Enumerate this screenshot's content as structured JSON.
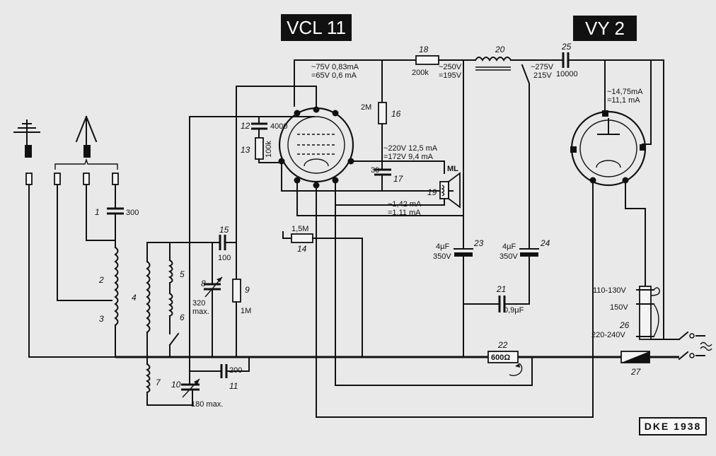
{
  "tubes": {
    "vcl11": {
      "name": "VCL 11"
    },
    "vy2": {
      "name": "VY 2"
    }
  },
  "footer": {
    "badge": "DKE 1938"
  },
  "components": {
    "c1": {
      "num": "1",
      "value": "300"
    },
    "l2": {
      "num": "2"
    },
    "l3": {
      "num": "3"
    },
    "l4": {
      "num": "4"
    },
    "l5": {
      "num": "5"
    },
    "l6": {
      "num": "6"
    },
    "l7": {
      "num": "7"
    },
    "c8": {
      "num": "8",
      "value1": "320",
      "value2": "max."
    },
    "r9": {
      "num": "9",
      "value": "1M"
    },
    "c10": {
      "num": "10",
      "value": "180 max."
    },
    "c11": {
      "num": "11",
      "value": "200"
    },
    "c12": {
      "num": "12",
      "value": "4000"
    },
    "r13": {
      "num": "13",
      "value": "100k"
    },
    "r14": {
      "num": "14",
      "value": "1,5M"
    },
    "c15": {
      "num": "15",
      "value": "100"
    },
    "r16": {
      "num": "16",
      "value": "2M"
    },
    "c17": {
      "num": "17",
      "value": "30"
    },
    "r18": {
      "num": "18",
      "value": "200k"
    },
    "spk19": {
      "num": "19",
      "label": "ML"
    },
    "l20": {
      "num": "20"
    },
    "c21": {
      "num": "21",
      "value": "0,9µF"
    },
    "r22": {
      "num": "22",
      "value": "600Ω"
    },
    "c23": {
      "num": "23",
      "value1": "4µF",
      "value2": "350V"
    },
    "c24": {
      "num": "24",
      "value1": "4µF",
      "value2": "350V"
    },
    "c25": {
      "num": "25",
      "value": "10000"
    },
    "sel26": {
      "num": "26",
      "tap1": "110-130V",
      "tap2": "150V",
      "tap3": "220-240V"
    },
    "r27": {
      "num": "27"
    }
  },
  "readings": {
    "a1": "~75V 0,83mA",
    "a2": "=65V 0,6  mA",
    "b1": "~250V",
    "b2": "=195V",
    "c1": "~220V 12,5 mA",
    "c2": "=172V  9,4 mA",
    "d1": "~1,42 mA",
    "d2": "=1,11 mA",
    "e1": "~275V",
    "e2": "215V",
    "f1": "~14,75mA",
    "f2": "=11,1 mA"
  },
  "icons": [
    "ground-symbol-icon",
    "antenna-icon",
    "speaker-icon",
    "switch-icon",
    "ac-symbol-icon"
  ]
}
